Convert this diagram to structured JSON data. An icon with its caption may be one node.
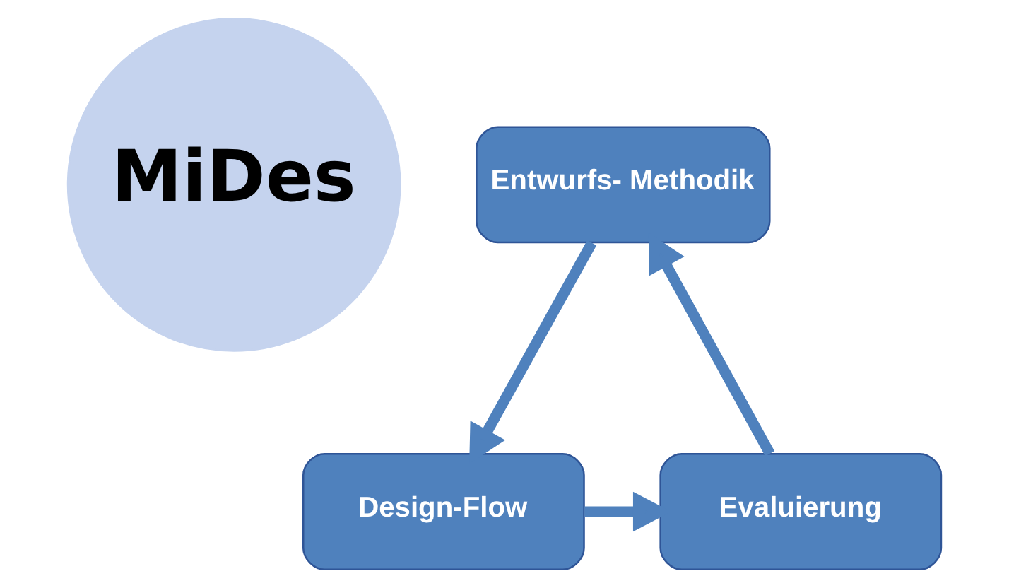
{
  "diagram": {
    "nodes": [
      {
        "text": [
          "MiDes"
        ]
      },
      {
        "text": [
          "Entwurfs- Methodik"
        ]
      },
      {
        "text": [
          "Design-Flow"
        ]
      },
      {
        "text": [
          "Evaluierung"
        ]
      }
    ],
    "edges": [
      {
        "from": 1,
        "to": 2,
        "arrow": "to"
      },
      {
        "from": 2,
        "to": 3,
        "arrow": "to"
      },
      {
        "from": 3,
        "to": 1,
        "arrow": "to"
      }
    ]
  }
}
